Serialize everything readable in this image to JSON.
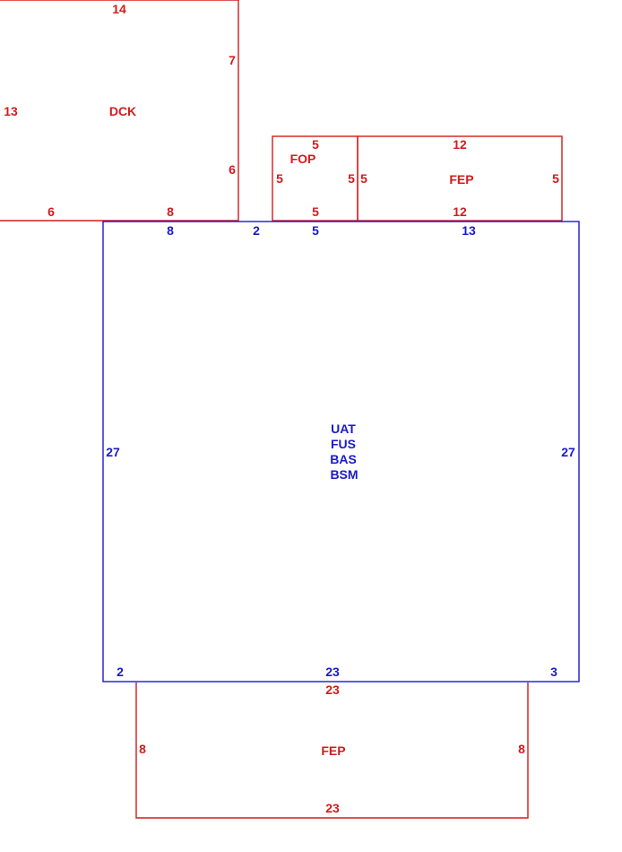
{
  "colors": {
    "red": "#d41b1b",
    "blue": "#1a1acc",
    "background": "#ffffff"
  },
  "areas": {
    "dck": {
      "label": "DCK",
      "dims": {
        "top": "14",
        "left": "13",
        "right_upper": "7",
        "right_lower": "6",
        "bottom_left": "6",
        "bottom_right": "8"
      }
    },
    "fop": {
      "label": "FOP",
      "dims": {
        "top": "5",
        "left": "5",
        "right": "5",
        "bottom": "5"
      }
    },
    "fep_top": {
      "label": "FEP",
      "dims": {
        "top": "12",
        "left": "5",
        "right": "5",
        "bottom": "12"
      }
    },
    "main": {
      "labels": [
        "UAT",
        "FUS",
        "BAS",
        "BSM"
      ],
      "dims": {
        "top_left": "8",
        "top_mid_left": "2",
        "top_mid": "5",
        "top_right": "13",
        "left": "27",
        "right": "27",
        "bottom_left": "2",
        "bottom_mid": "23",
        "bottom_right": "3"
      }
    },
    "fep_bottom": {
      "label": "FEP",
      "dims": {
        "top": "23",
        "left": "8",
        "right": "8",
        "bottom": "23"
      }
    }
  }
}
